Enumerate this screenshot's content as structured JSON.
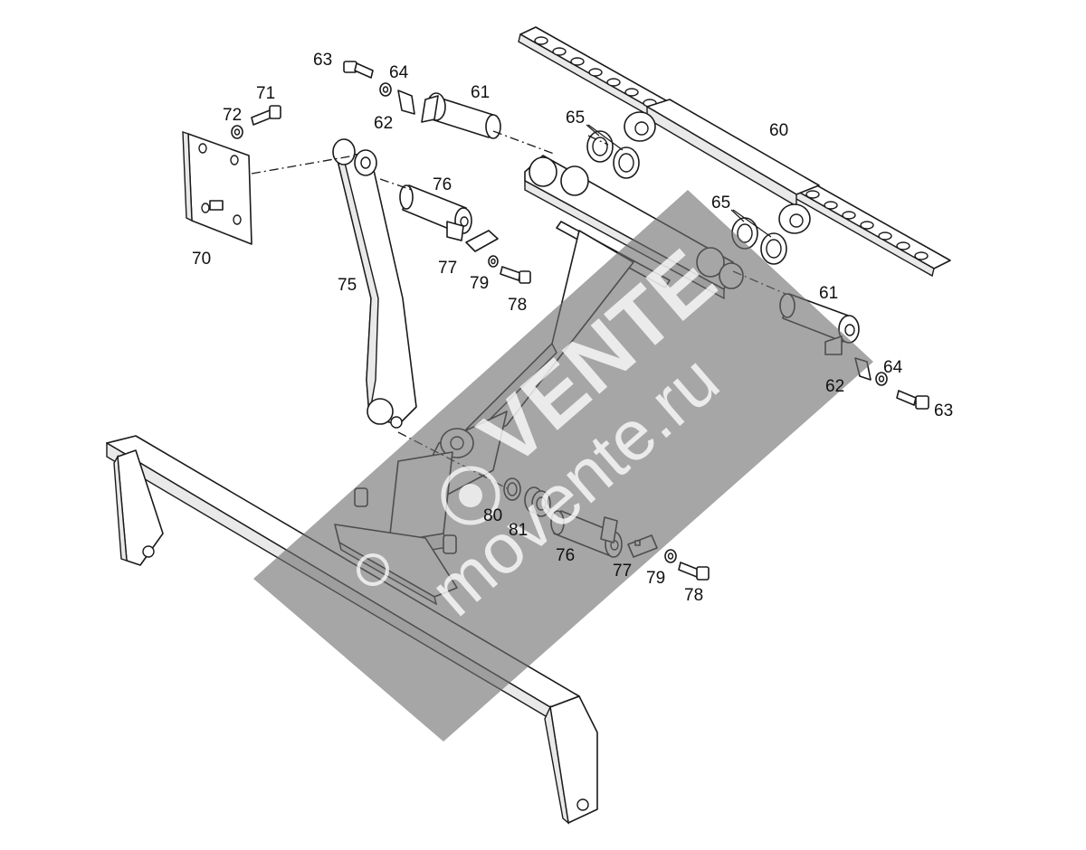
{
  "callouts": {
    "c60": "60",
    "c61a": "61",
    "c61b": "61",
    "c62a": "62",
    "c62b": "62",
    "c63a": "63",
    "c63b": "63",
    "c64a": "64",
    "c64b": "64",
    "c65a": "65",
    "c65b": "65",
    "c70": "70",
    "c71": "71",
    "c72": "72",
    "c75": "75",
    "c76a": "76",
    "c76b": "76",
    "c77a": "77",
    "c77b": "77",
    "c78a": "78",
    "c78b": "78",
    "c79a": "79",
    "c79b": "79",
    "c80": "80",
    "c81": "81"
  },
  "watermark": {
    "brand": "VENTE",
    "site": "movente.ru"
  }
}
